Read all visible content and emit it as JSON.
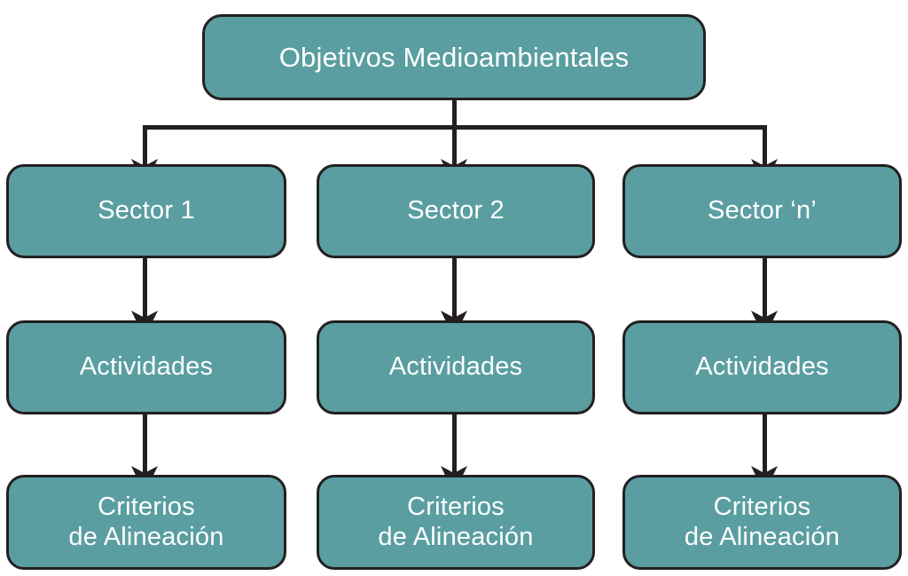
{
  "diagram": {
    "title_text": "Objetivos Medioambientales",
    "colors": {
      "node_fill": "#5a9ea1",
      "node_border": "#231f20",
      "node_text": "#ffffff",
      "connector": "#231f20",
      "background": "#ffffff"
    },
    "root": {
      "label": "Objetivos Medioambientales"
    },
    "columns": [
      {
        "sector": "Sector 1",
        "activities": "Actividades",
        "criteria": "Criterios\nde Alineación"
      },
      {
        "sector": "Sector 2",
        "activities": "Actividades",
        "criteria": "Criterios\nde Alineación"
      },
      {
        "sector": "Sector ‘n’",
        "activities": "Actividades",
        "criteria": "Criterios\nde Alineación"
      }
    ]
  },
  "chart_data": {
    "type": "table",
    "title": "Objetivos Medioambientales",
    "levels": [
      "Objetivos Medioambientales",
      "Sector",
      "Actividades",
      "Criterios de Alineación"
    ],
    "nodes": [
      "Objetivos Medioambientales",
      "Sector 1",
      "Sector 2",
      "Sector ‘n’",
      "Actividades",
      "Actividades",
      "Actividades",
      "Criterios de Alineación",
      "Criterios de Alineación",
      "Criterios de Alineación"
    ]
  }
}
